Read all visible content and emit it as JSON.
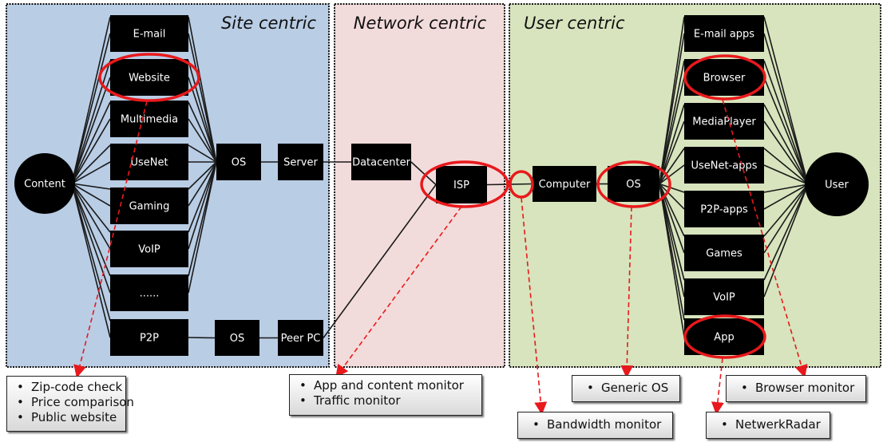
{
  "colors": {
    "site_panel_bg": "#b9cde5",
    "network_panel_bg": "#f2dcdb",
    "user_panel_bg": "#d7e4bd",
    "node_fill": "#000000",
    "highlight": "#e8191c"
  },
  "panels": {
    "site": {
      "title": "Site centric"
    },
    "network": {
      "title": "Network centric"
    },
    "user": {
      "title": "User centric"
    }
  },
  "site": {
    "source": "Content",
    "apps": [
      "E-mail",
      "Website",
      "Multimedia",
      "UseNet",
      "Gaming",
      "VoIP",
      "......",
      "P2P"
    ],
    "os": "OS",
    "server": "Server",
    "p2p_os": "OS",
    "peer_pc": "Peer PC"
  },
  "network": {
    "datacenter": "Datacenter",
    "isp": "ISP"
  },
  "user": {
    "computer": "Computer",
    "os": "OS",
    "apps": [
      "E-mail apps",
      "Browser",
      "MediaPlayer",
      "UseNet-apps",
      "P2P-apps",
      "Games",
      "VoIP",
      "App"
    ],
    "target": "User"
  },
  "callouts": {
    "website": [
      "Zip-code check",
      "Price comparison",
      "Public website"
    ],
    "isp": [
      "App and content monitor",
      "Traffic monitor"
    ],
    "link": [
      "Bandwidth monitor"
    ],
    "os": [
      "Generic OS"
    ],
    "browser": [
      "Browser monitor"
    ],
    "app": [
      "NetwerkRadar"
    ]
  }
}
